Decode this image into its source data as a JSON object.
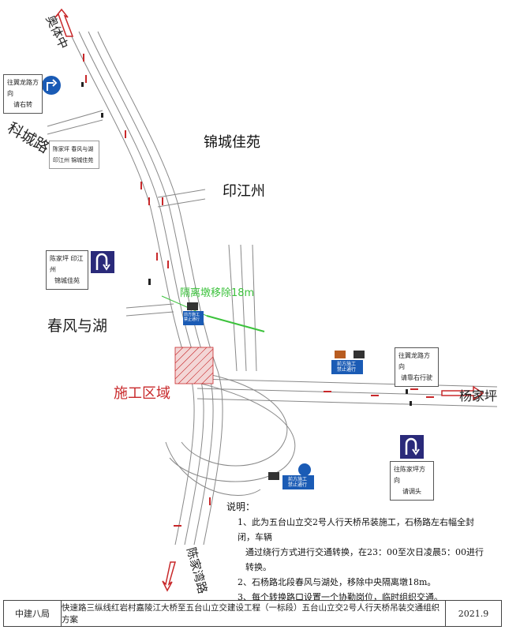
{
  "roads": {
    "north_top": "奥体中",
    "keying": "科城路",
    "chunfeng": "春风与湖",
    "yangjiaping": "杨家坪",
    "south": "陈家湾路"
  },
  "areas": {
    "jincheng": "锦城佳苑",
    "yinjiangzhou": "印江州",
    "construction": "施工区域",
    "median_removal": "隔离墩移除18m"
  },
  "signs": {
    "top_left": [
      "往翼龙路方向",
      "请右转"
    ],
    "left_direction": [
      "陈家坪  春风与湖",
      "印江州  锦城佳苑"
    ],
    "uturn_left": [
      "陈家坪  印江州",
      "锦城佳苑"
    ],
    "right_top": [
      "往翼龙路方向",
      "请靠右行驶"
    ],
    "right_bottom": [
      "往陈家坪方向",
      "请调头"
    ],
    "work_ahead": [
      "前方施工",
      "禁止通行"
    ]
  },
  "notes": {
    "title": "说明：",
    "items": [
      "1、此为五台山立交2号人行天桥吊装施工，石杨路左右幅全封闭，车辆",
      "通过绕行方式进行交通转换，在23：00至次日凌晨5：00进行转换。",
      "2、石杨路北段春风与湖处，移除中央隔离墩18m。",
      "3、每个转换路口设置一个协勤岗位，临时组织交通。"
    ]
  },
  "footer": {
    "org": "中建八局",
    "project": "快速路三纵线红岩村嘉陵江大桥至五台山立交建设工程（一标段）五台山立交2号人行天桥吊装交通组织方案",
    "date": "2021.9"
  },
  "colors": {
    "road_line": "#888888",
    "arrow_red": "#c8282a",
    "median_green": "#3cc23c",
    "sign_blue": "#1a5bb5",
    "sign_navy": "#2a2a7a"
  }
}
